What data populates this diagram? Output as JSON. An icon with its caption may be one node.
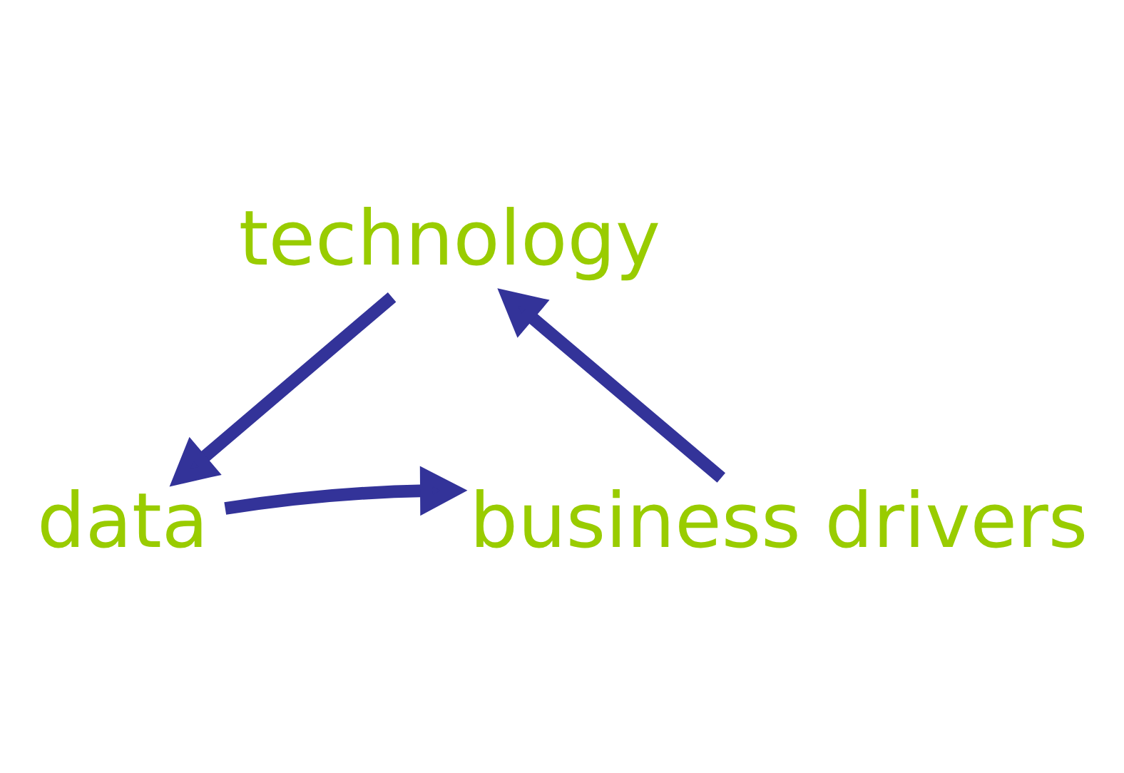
{
  "diagram": {
    "nodes": [
      {
        "text": [
          "technology"
        ]
      },
      {
        "text": [
          "data"
        ]
      },
      {
        "text": [
          "business drivers"
        ]
      }
    ],
    "edges": [
      {
        "from": 0,
        "to": 1,
        "arrow": "to"
      },
      {
        "from": 1,
        "to": 2,
        "arrow": "to"
      },
      {
        "from": 2,
        "to": 0,
        "arrow": "to"
      }
    ]
  }
}
